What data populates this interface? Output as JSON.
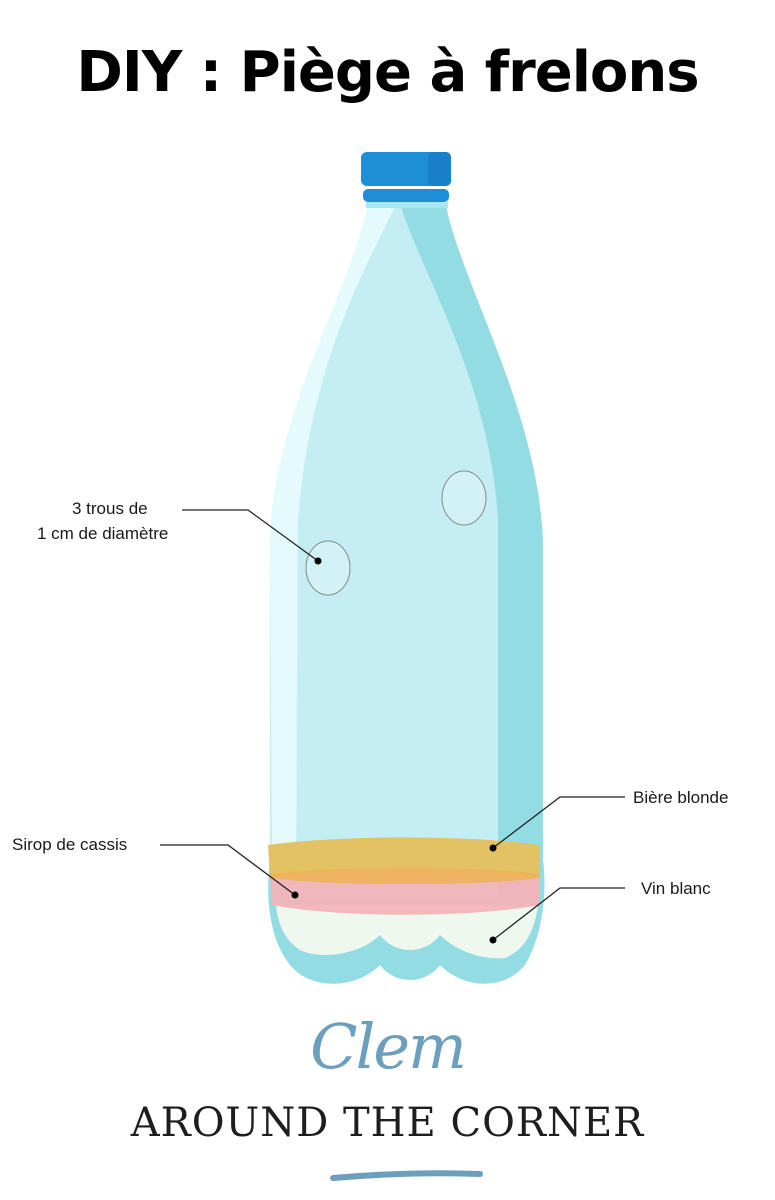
{
  "title": "DIY : Piège à frelons",
  "labels": {
    "holes_line1": "3 trous de",
    "holes_line2": "1 cm de diamètre",
    "beer": "Bière blonde",
    "syrup": "Sirop de cassis",
    "wine": "Vin blanc"
  },
  "brand": {
    "script": "Clem",
    "name": "AROUND THE CORNER"
  },
  "colors": {
    "cap": "#1e8fd6",
    "bottle_light": "#c6eef4",
    "bottle_dark": "#93dce3",
    "bottle_highlight": "#e6fbfd",
    "beer": "#e3c264",
    "syrup": "#f2b3b8",
    "wine": "#eef8ef",
    "brand_blue": "#6b9fbd"
  }
}
